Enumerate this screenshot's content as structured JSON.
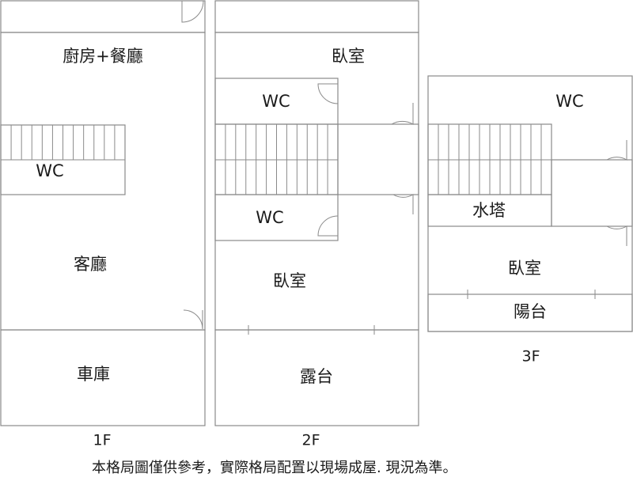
{
  "colors": {
    "floor_shading": "#c9bfbc",
    "wall": "#8a8a8a",
    "text": "#1a1a1a"
  },
  "floors": {
    "f1": {
      "label": "1F",
      "rooms": {
        "kitchen_dining": "廚房+餐廳",
        "wc": "WC",
        "living": "客廳",
        "garage": "車庫"
      }
    },
    "f2": {
      "label": "2F",
      "rooms": {
        "bedroom_top": "臥室",
        "wc_top": "WC",
        "wc_bottom": "WC",
        "bedroom_bottom": "臥室",
        "terrace": "露台"
      }
    },
    "f3": {
      "label": "3F",
      "rooms": {
        "wc": "WC",
        "water_tower": "水塔",
        "bedroom": "臥室",
        "balcony": "陽台"
      }
    }
  },
  "disclaimer": "本格局圖僅供參考，實際格局配置以現場成屋. 現況為準。"
}
